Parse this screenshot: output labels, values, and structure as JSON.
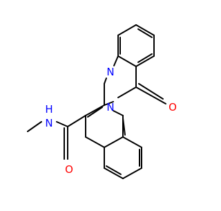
{
  "molecule": {
    "atom_labels": {
      "n_ring": "N",
      "n_bridge": "N",
      "o_ketone": "O",
      "n_amide": "N",
      "h_amide": "H",
      "o_amide": "O"
    },
    "colors": {
      "bond": "#000000",
      "nitrogen": "#0000ff",
      "oxygen": "#ff0000",
      "background": "#ffffff"
    }
  }
}
